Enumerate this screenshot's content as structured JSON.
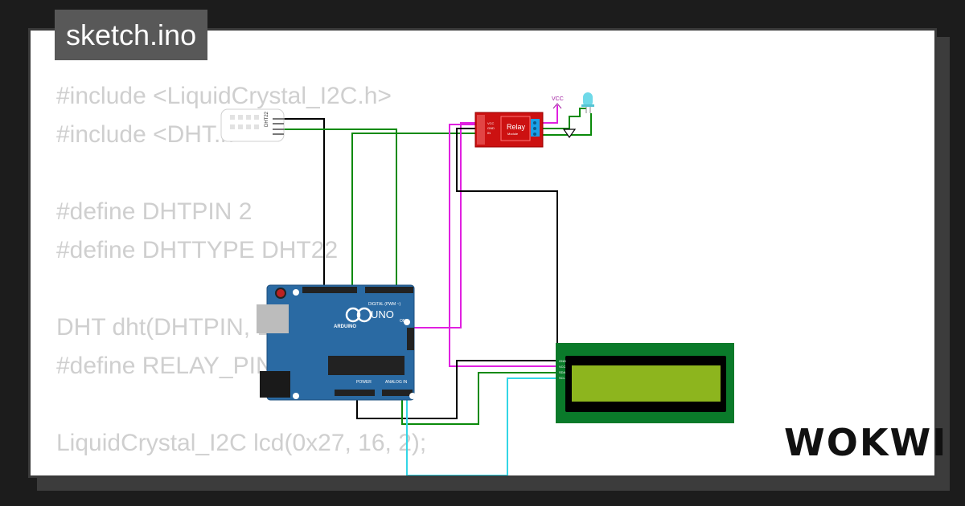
{
  "title": "sketch.ino",
  "code_lines": [
    "#include <LiquidCrystal_I2C.h>",
    "#include <DHT.h>",
    "",
    "#define DHTPIN 2",
    "#define DHTTYPE DHT22",
    "",
    "DHT dht(DHTPIN, DHTTYPE);",
    "#define RELAY_PIN 3",
    "",
    "LiquidCrystal_I2C lcd(0x27, 16, 2);"
  ],
  "circuit": {
    "dht_label": "DHT22",
    "relay_label": "Relay",
    "relay_sublabel": "Module",
    "relay_pins": [
      "VCC",
      "GND",
      "IN"
    ],
    "vcc_label": "VCC",
    "arduino_brand": "UNO",
    "arduino_sub": "ARDUINO",
    "arduino_digital_label": "DIGITAL (PWM ~)",
    "arduino_on_label": "ON",
    "arduino_power_label": "POWER",
    "arduino_analog_label": "ANALOG IN",
    "lcd_pins": [
      "GND",
      "VCC",
      "SDA",
      "SCL"
    ]
  },
  "logo": "WOKWI",
  "colors": {
    "wire_black": "#000000",
    "wire_green": "#0a8a0a",
    "wire_magenta": "#e020e0",
    "wire_cyan": "#33d6e6",
    "relay_red": "#cc1111",
    "arduino_blue": "#2a6aa3",
    "lcd_pcb": "#0a7a2a",
    "lcd_screen": "#8db51e",
    "led": "#6fd9e8"
  }
}
